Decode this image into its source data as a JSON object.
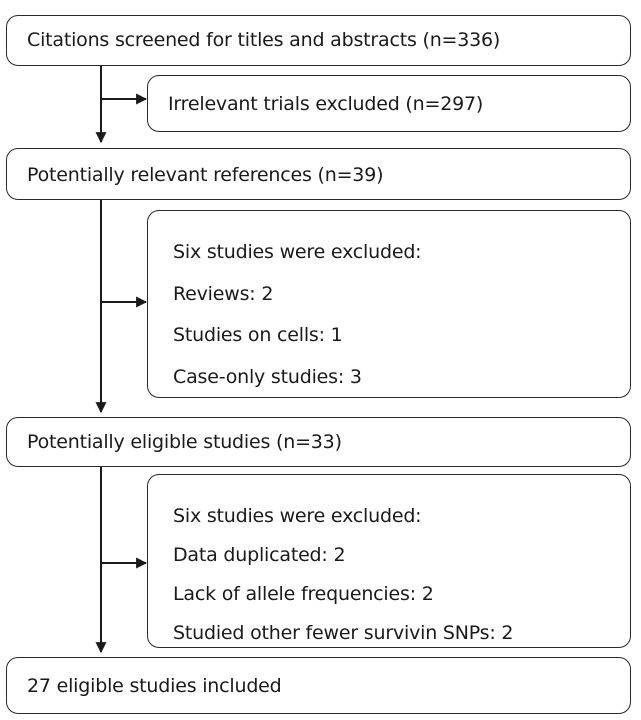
{
  "diagram": {
    "boxes": {
      "screened": {
        "text": "Citations screened for titles and abstracts (n=336)"
      },
      "irrelevant_excluded": {
        "text": "Irrelevant trials excluded (n=297)"
      },
      "potentially_relevant": {
        "text": "Potentially relevant references (n=39)"
      },
      "exclusion_1": {
        "lines": [
          "Six studies were excluded:",
          "Reviews: 2",
          "Studies on cells: 1",
          "Case-only studies: 3"
        ]
      },
      "potentially_eligible": {
        "text": "Potentially eligible studies (n=33)"
      },
      "exclusion_2": {
        "lines": [
          "Six studies were excluded:",
          "Data duplicated: 2",
          "Lack of allele frequencies: 2",
          "Studied other fewer survivin SNPs: 2"
        ]
      },
      "included": {
        "text": "27 eligible studies included"
      }
    },
    "line_color": "#1a1a1a"
  }
}
